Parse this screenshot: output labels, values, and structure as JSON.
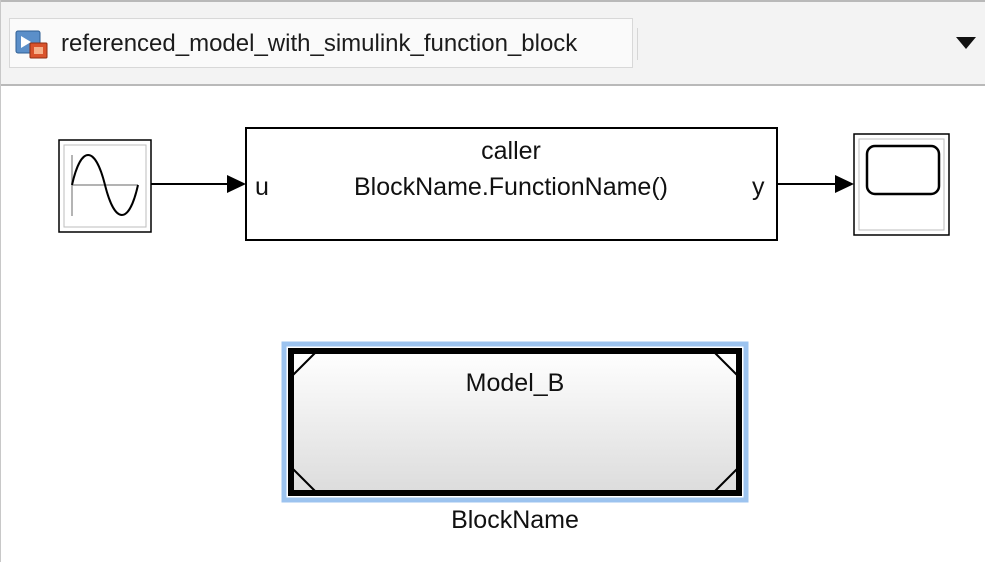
{
  "editor": {
    "model_name": "referenced_model_with_simulink_function_block",
    "icon": "simulink-model-icon",
    "dropdown_icon": "dropdown-arrow-icon"
  },
  "diagram": {
    "sine_block": {
      "icon": "sine-wave-icon"
    },
    "caller_block": {
      "title": "caller",
      "function": "BlockName.FunctionName()",
      "input_port": "u",
      "output_port": "y"
    },
    "scope_block": {
      "icon": "scope-display-icon"
    },
    "model_block": {
      "model": "Model_B",
      "name": "BlockName",
      "selected": true
    }
  },
  "colors": {
    "toolbar_bg": "#f3f3f3",
    "selection": "#9cc3ef",
    "line": "#000000"
  }
}
